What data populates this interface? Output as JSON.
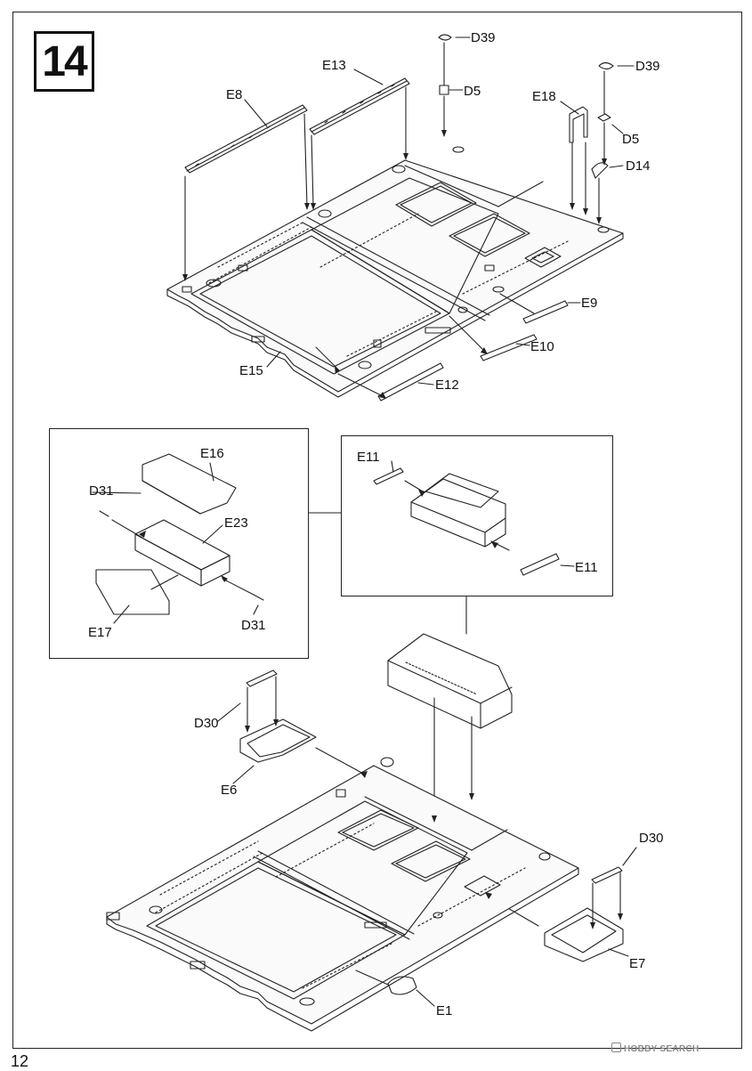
{
  "step": {
    "number": "14"
  },
  "page_number": "12",
  "watermark": "HOBBY SEARCH",
  "labels": {
    "d39_top": "D39",
    "d5_top": "D5",
    "e13": "E13",
    "e8": "E8",
    "d39_right": "D39",
    "e18": "E18",
    "d5_right": "D5",
    "d14": "D14",
    "e9": "E9",
    "e10": "E10",
    "e15": "E15",
    "e12": "E12",
    "e16": "E16",
    "d31_top": "D31",
    "e23": "E23",
    "e17": "E17",
    "d31_bottom": "D31",
    "e11_top": "E11",
    "e11_bottom": "E11",
    "d30_left": "D30",
    "e6": "E6",
    "d30_right": "D30",
    "e7": "E7",
    "e1": "E1"
  },
  "colors": {
    "line": "#222222",
    "background": "#ffffff"
  }
}
